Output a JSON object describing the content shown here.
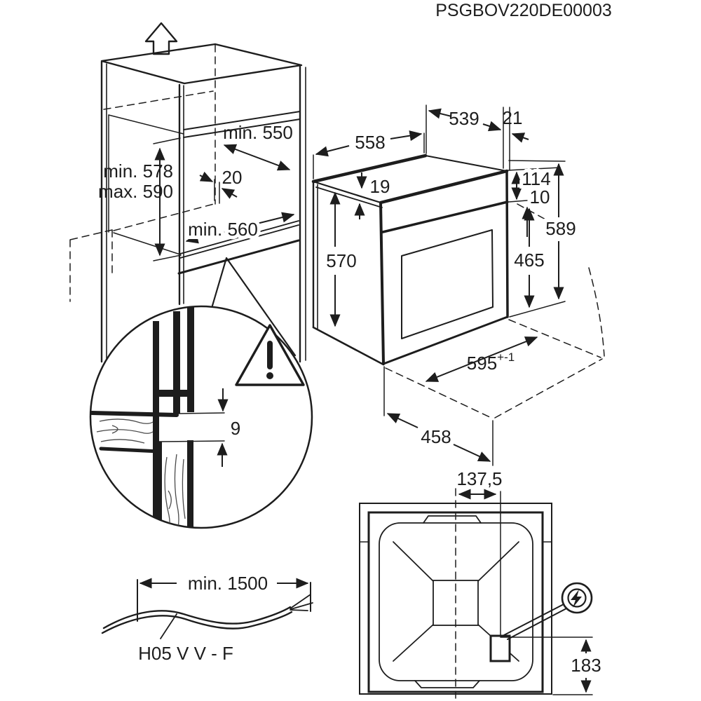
{
  "title": "PSGBOV220DE00003",
  "cabinet": {
    "niche_depth_top": "min. 550",
    "niche_height_min": "min. 578",
    "niche_height_max": "max. 590",
    "shelf_setback": "20",
    "niche_depth_bottom": "min. 560"
  },
  "oven": {
    "depth_with_door": "558",
    "depth_body": "539",
    "rear_gap": "21",
    "top_gap": "19",
    "panel_height": "114",
    "top_offset": "10",
    "height_total": "589",
    "body_height": "570",
    "door_height": "465",
    "front_width": "595",
    "front_width_tolerance": "+-1",
    "floor_depth": "458"
  },
  "detail": {
    "vent_gap": "9"
  },
  "cable": {
    "length": "min. 1500",
    "type": "H05 V V - F"
  },
  "rear_view": {
    "connection_offset_x": "137,5",
    "connection_offset_y": "183"
  },
  "colors": {
    "line": "#1d1d1d",
    "background": "#ffffff"
  }
}
